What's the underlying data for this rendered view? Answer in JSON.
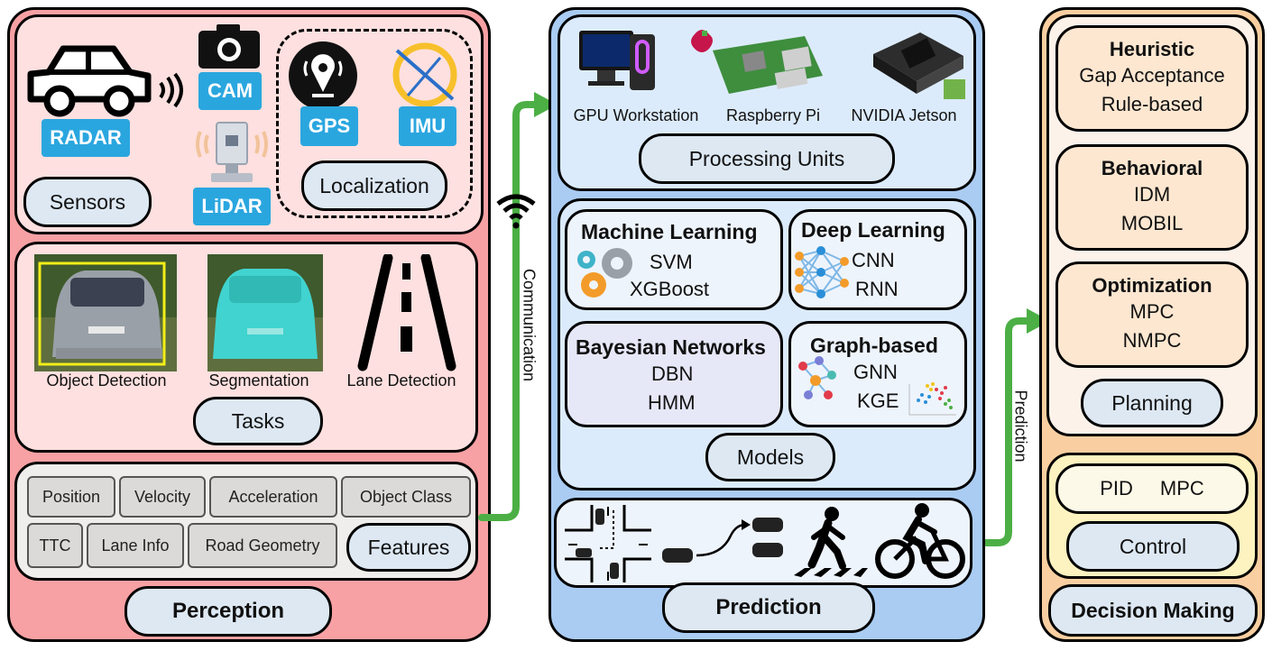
{
  "perception": {
    "title": "Perception",
    "sensors": {
      "label": "Sensors",
      "radar": "RADAR",
      "cam": "CAM",
      "lidar": "LiDAR",
      "localization": {
        "label": "Localization",
        "gps": "GPS",
        "imu": "IMU"
      }
    },
    "tasks": {
      "label": "Tasks",
      "items": [
        "Object Detection",
        "Segmentation",
        "Lane Detection"
      ]
    },
    "features": {
      "label": "Features",
      "row1": [
        "Position",
        "Velocity",
        "Acceleration",
        "Object Class"
      ],
      "row2": [
        "TTC",
        "Lane Info",
        "Road Geometry"
      ]
    }
  },
  "links": {
    "communication": "Communication",
    "prediction": "Prediction"
  },
  "prediction": {
    "title": "Prediction",
    "processing": {
      "label": "Processing Units",
      "units": [
        "GPU Workstation",
        "Raspberry Pi",
        "NVIDIA Jetson"
      ]
    },
    "models": {
      "label": "Models",
      "ml": {
        "title": "Machine Learning",
        "items": [
          "SVM",
          "XGBoost"
        ]
      },
      "dl": {
        "title": "Deep Learning",
        "items": [
          "CNN",
          "RNN"
        ]
      },
      "bn": {
        "title": "Bayesian Networks",
        "items": [
          "DBN",
          "HMM"
        ]
      },
      "gb": {
        "title": "Graph-based",
        "items": [
          "GNN",
          "KGE"
        ]
      }
    }
  },
  "decision": {
    "title": "Decision Making",
    "planning": {
      "label": "Planning",
      "heuristic": {
        "title": "Heuristic",
        "items": [
          "Gap Acceptance",
          "Rule-based"
        ]
      },
      "behavioral": {
        "title": "Behavioral",
        "items": [
          "IDM",
          "MOBIL"
        ]
      },
      "optimization": {
        "title": "Optimization",
        "items": [
          "MPC",
          "NMPC"
        ]
      }
    },
    "control": {
      "label": "Control",
      "items": [
        "PID",
        "MPC"
      ]
    }
  },
  "colors": {
    "perception_bg": "#f7a1a4",
    "perception_inner": "#fde0df",
    "prediction_bg": "#aaccf2",
    "prediction_inner": "#dcebfb",
    "decision_bg": "#f9cfa1",
    "decision_inner": "#fdf2ea",
    "control_inner": "#fdf3c0",
    "arrow": "#4caf45",
    "sensor_tag": "#2aa6df"
  }
}
